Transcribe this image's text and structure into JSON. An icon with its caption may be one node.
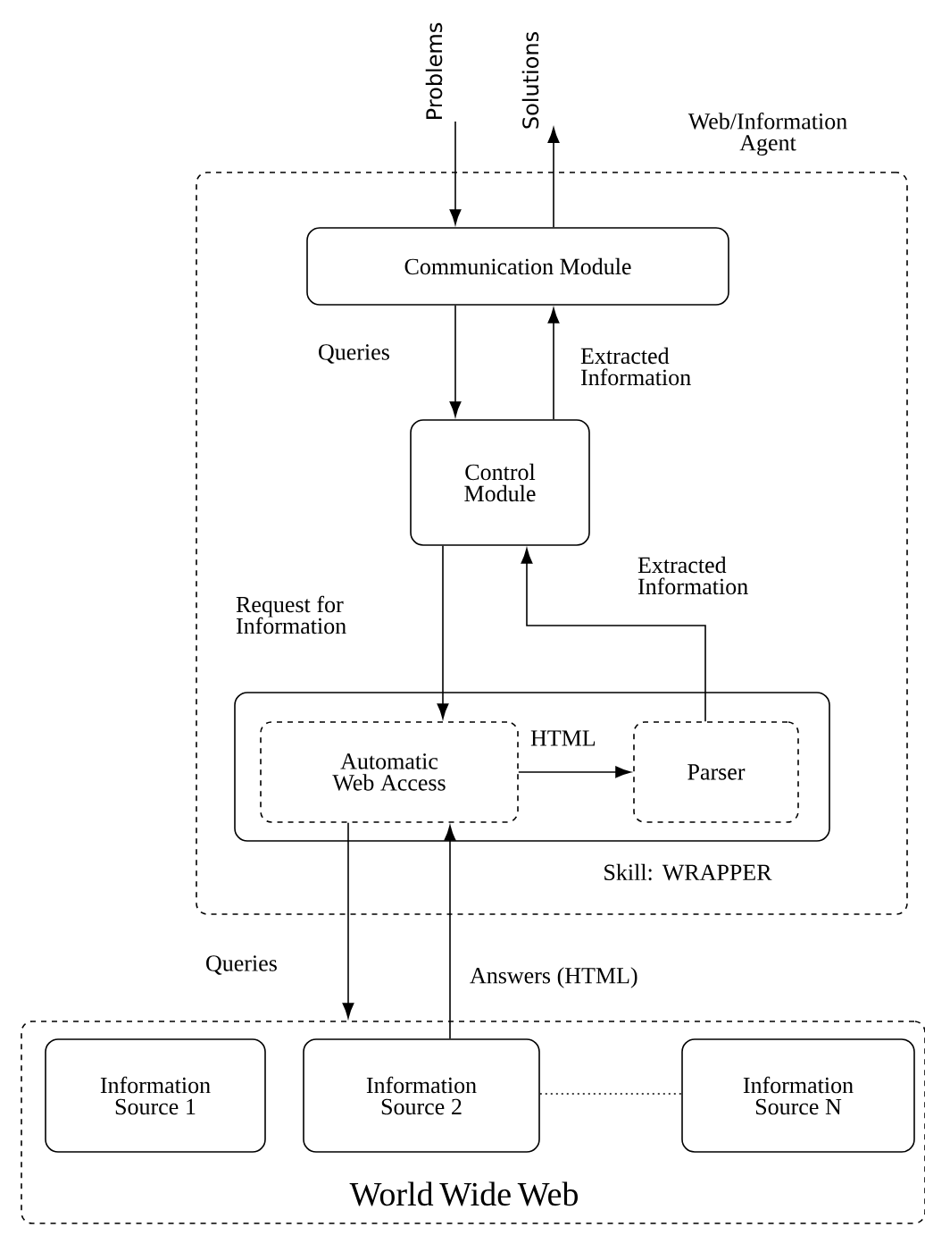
{
  "diagram": {
    "nodes": [
      {
        "text": [
          "Web/Information Agent"
        ]
      },
      {
        "text": [
          "Communication Module"
        ],
        "in": 0
      },
      {
        "text": [
          "Control Module"
        ],
        "in": 0
      },
      {
        "text": [
          "Skill: WRAPPER"
        ],
        "in": 0
      },
      {
        "text": [
          "Automatic Web Access"
        ],
        "in": 3
      },
      {
        "text": [
          "Parser"
        ],
        "in": 3
      },
      {
        "text": [
          "World Wide Web"
        ]
      },
      {
        "text": [
          "Information Source 1"
        ],
        "in": 6
      },
      {
        "text": [
          "Information Source 2"
        ],
        "in": 6
      },
      {
        "text": [
          "Information Source N"
        ],
        "in": 6
      }
    ],
    "edges": [
      {
        "from": null,
        "to": 1,
        "arrow": "to",
        "label": "Problems"
      },
      {
        "from": 1,
        "to": null,
        "arrow": "to",
        "label": "Solutions"
      },
      {
        "from": 1,
        "to": 2,
        "arrow": "to",
        "label": "Queries"
      },
      {
        "from": 2,
        "to": 1,
        "arrow": "to",
        "label": "Extracted Information"
      },
      {
        "from": 2,
        "to": 4,
        "arrow": "to",
        "label": "Request for Information"
      },
      {
        "from": 5,
        "to": 2,
        "arrow": "to",
        "label": "Extracted Information"
      },
      {
        "from": 4,
        "to": 5,
        "arrow": "to",
        "label": "HTML"
      },
      {
        "from": 4,
        "to": 6,
        "arrow": "to",
        "label": "Queries"
      },
      {
        "from": 8,
        "to": 4,
        "arrow": "to",
        "label": "Answers (HTML)"
      },
      {
        "from": 8,
        "to": 9,
        "arrow": "none",
        "style": "dashed"
      }
    ]
  }
}
